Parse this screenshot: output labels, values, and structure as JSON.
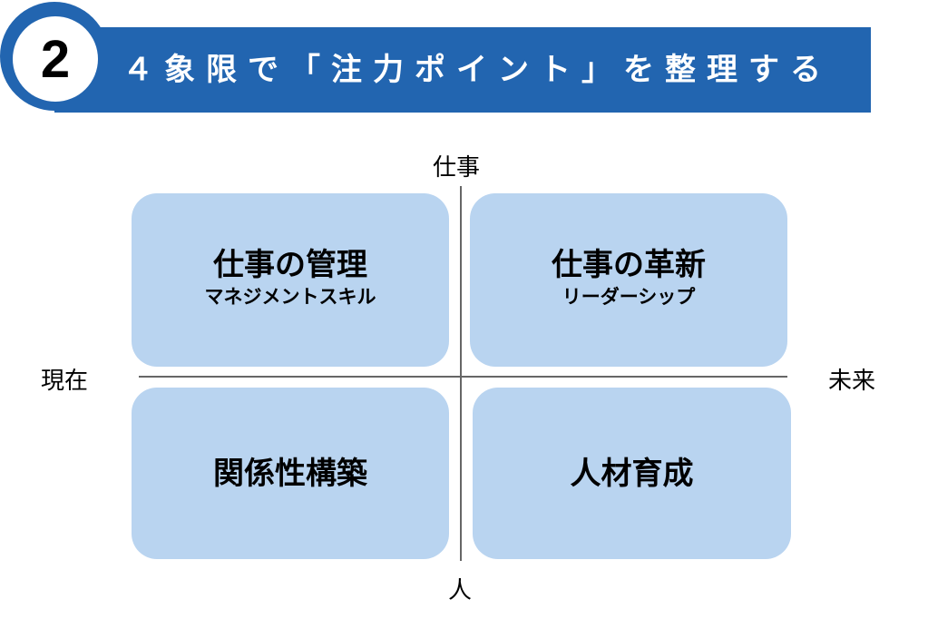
{
  "header": {
    "number": "2",
    "title": "４象限で「注力ポイント」を整理する",
    "color": "#2265b0"
  },
  "axes": {
    "top": "仕事",
    "bottom": "人",
    "left": "現在",
    "right": "未来"
  },
  "quadrants": [
    {
      "title": "仕事の管理",
      "subtitle": "マネジメントスキル"
    },
    {
      "title": "仕事の革新",
      "subtitle": "リーダーシップ"
    },
    {
      "title": "関係性構築"
    },
    {
      "title": "人材育成"
    }
  ],
  "box_color": "#b9d4f0"
}
